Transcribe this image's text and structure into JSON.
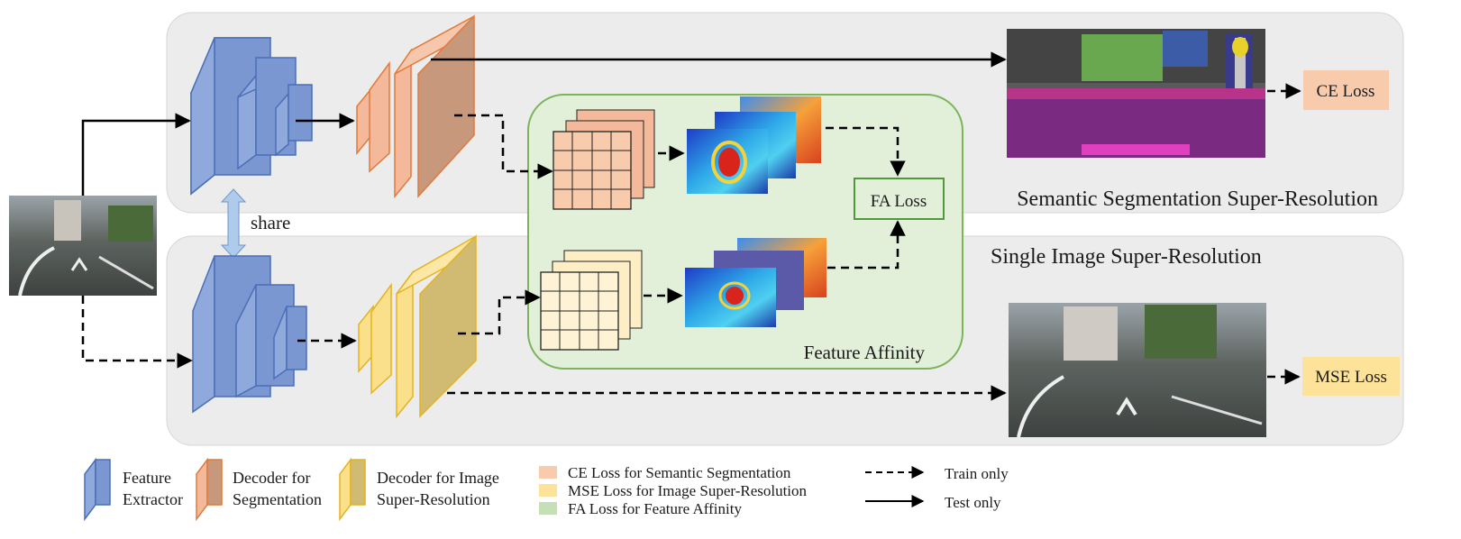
{
  "share": "share",
  "fa_loss": "FA Loss",
  "fa_box_title": "Feature Affinity",
  "ce_loss": "CE Loss",
  "mse_loss": "MSE Loss",
  "top_branch_title": "Semantic Segmentation Super-Resolution",
  "bottom_branch_title": "Single Image Super-Resolution",
  "legend": {
    "feature_extractor": [
      "Feature",
      "Extractor"
    ],
    "decoder_seg": [
      "Decoder for",
      "Segmentation"
    ],
    "decoder_sr": [
      "Decoder for Image",
      "Super-Resolution"
    ],
    "ce_desc": "CE Loss for Semantic Segmentation",
    "mse_desc": "MSE Loss for Image Super-Resolution",
    "fa_desc": "FA Loss for Feature Affinity",
    "train_only": "Train only",
    "test_only": "Test only"
  },
  "colors": {
    "extractor": "#8fa9dc",
    "decoder_seg": "#f4b99a",
    "decoder_sr": "#fbe08c",
    "ce": "#f8cbad",
    "mse": "#fde39a",
    "fa": "#c5e0b4",
    "fa_panel": "#e2efd9",
    "branch_panel": "#ececec"
  }
}
